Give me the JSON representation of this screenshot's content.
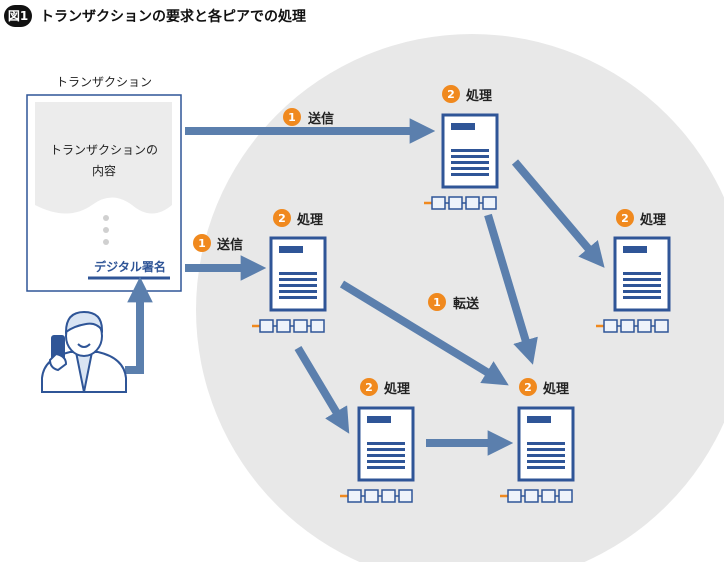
{
  "figure": {
    "badge": "図1",
    "title": "トランザクションの要求と各ピアでの処理"
  },
  "transaction": {
    "label": "トランザクション",
    "content_line1": "トランザクションの",
    "content_line2": "内容",
    "signature": "デジタル署名"
  },
  "steps": {
    "send_num": "1",
    "send_label": "送信",
    "forward_num": "1",
    "forward_label": "転送",
    "process_num": "2",
    "process_label": "処理"
  },
  "colors": {
    "arrow": "#5b7fad",
    "circle_bg": "#e8e8e8",
    "badge": "#f0891e",
    "server": "#2f5597"
  }
}
